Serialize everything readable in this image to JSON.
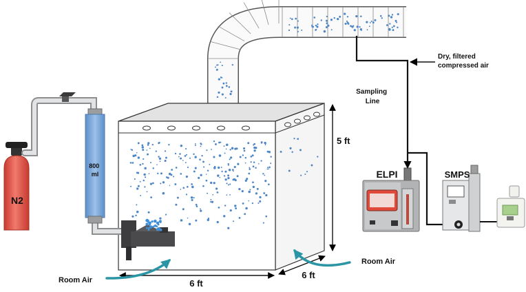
{
  "labels": {
    "n2": "N2",
    "bottle_volume": [
      "800",
      "ml"
    ],
    "dry_air": [
      "Dry, filtered",
      "compressed air"
    ],
    "sampling_line": [
      "Sampling",
      "Line"
    ],
    "elpi": "ELPI",
    "smps": "SMPS",
    "height": "5 ft",
    "width": "6 ft",
    "depth": "6 ft",
    "room_air_left": "Room Air",
    "room_air_right": "Room Air"
  },
  "colors": {
    "particle": "#4f86c6",
    "airflow_arrow": "#2b95a6",
    "n2_cylinder": "#e5584b",
    "bottle_tube": "#7fa9d9",
    "pipe": "#d8dadb",
    "chamber_outline": "#3a3a3a",
    "instrument_gray": "#a9abad",
    "elpi_screen": "#e14a3b",
    "device_green": "#a8d08d"
  }
}
